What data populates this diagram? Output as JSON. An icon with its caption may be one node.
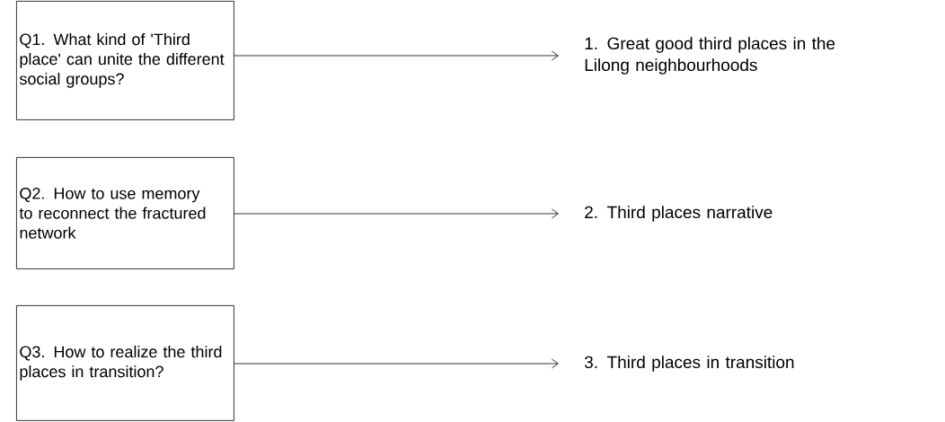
{
  "diagram": {
    "nodes": [
      {
        "text": [
          "Q1. What kind of 'Third place' can unite the different social groups?"
        ]
      },
      {
        "text": [
          "1. Great good third places in the Lilong neighbourhoods"
        ]
      },
      {
        "text": [
          "Q2. How to use memory to reconnect the fractured network"
        ]
      },
      {
        "text": [
          "2. Third places narrative"
        ]
      },
      {
        "text": [
          "Q3. How to realize the third places in transition?"
        ]
      },
      {
        "text": [
          "3. Third places in transition"
        ]
      }
    ],
    "edges": [
      {
        "from": 0,
        "to": 1,
        "arrow": "to"
      },
      {
        "from": 2,
        "to": 3,
        "arrow": "to"
      },
      {
        "from": 4,
        "to": 5,
        "arrow": "to"
      }
    ]
  }
}
